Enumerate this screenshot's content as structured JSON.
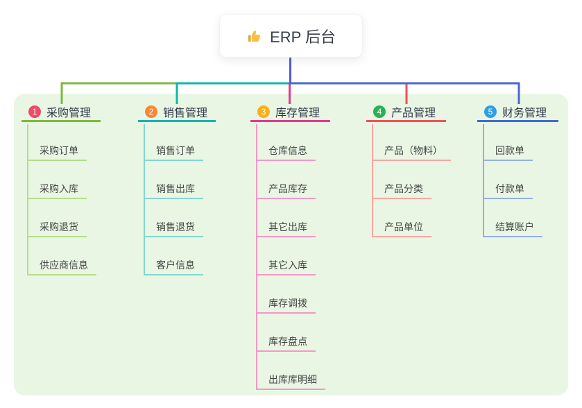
{
  "root": {
    "title": "ERP 后台",
    "icon": "thumbs-up-icon"
  },
  "branches": [
    {
      "badge": "1",
      "label": "采购管理",
      "badge_color": "#ee4a65",
      "line_color": "#7cb93f",
      "light_color": "#b5dc8c",
      "children": [
        "采购订单",
        "采购入库",
        "采购退货",
        "供应商信息"
      ]
    },
    {
      "badge": "2",
      "label": "销售管理",
      "badge_color": "#f6883a",
      "line_color": "#12b5ad",
      "light_color": "#85d6cf",
      "children": [
        "销售订单",
        "销售出库",
        "销售退货",
        "客户信息"
      ]
    },
    {
      "badge": "3",
      "label": "库存管理",
      "badge_color": "#fbaf1f",
      "line_color": "#e03a92",
      "light_color": "#f298c6",
      "children": [
        "仓库信息",
        "产品库存",
        "其它出库",
        "其它入库",
        "库存调拨",
        "库存盘点",
        "出库库明细"
      ]
    },
    {
      "badge": "4",
      "label": "产品管理",
      "badge_color": "#2fae57",
      "line_color": "#f25055",
      "light_color": "#f8a5a0",
      "children": [
        "产品（物料）",
        "产品分类",
        "产品单位"
      ]
    },
    {
      "badge": "5",
      "label": "财务管理",
      "badge_color": "#2aa0e8",
      "line_color": "#4069d6",
      "light_color": "#94afe4",
      "children": [
        "回款单",
        "付款单",
        "结算账户"
      ]
    }
  ],
  "colors": {
    "panel_bg": "#e9f6e4",
    "root_line": "#4f5bd6",
    "bus_blue": "#4a66d6",
    "icon_gold": "#f6c244",
    "icon_gold_dark": "#e8a33d"
  }
}
